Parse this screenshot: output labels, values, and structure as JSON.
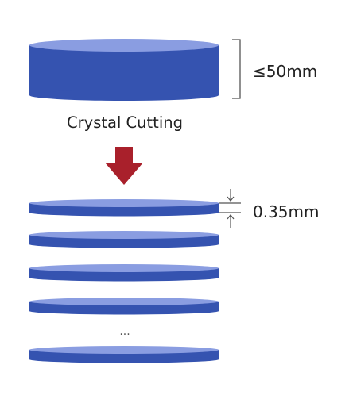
{
  "colors": {
    "side": "#3553b0",
    "top": "#8a9de1",
    "arrow": "#a9202b",
    "line": "#555555",
    "text": "#222222"
  },
  "labels": {
    "crystal_thickness": "≤50mm",
    "process": "Crystal Cutting",
    "wafer_thickness": "0.35mm",
    "ellipsis": "..."
  },
  "icons": {
    "process_arrow": "down-arrow-icon",
    "dimension_bracket": "bracket-icon",
    "thickness_arrows": "up-down-arrows-icon"
  },
  "wafers": {
    "shown_count": 5
  }
}
